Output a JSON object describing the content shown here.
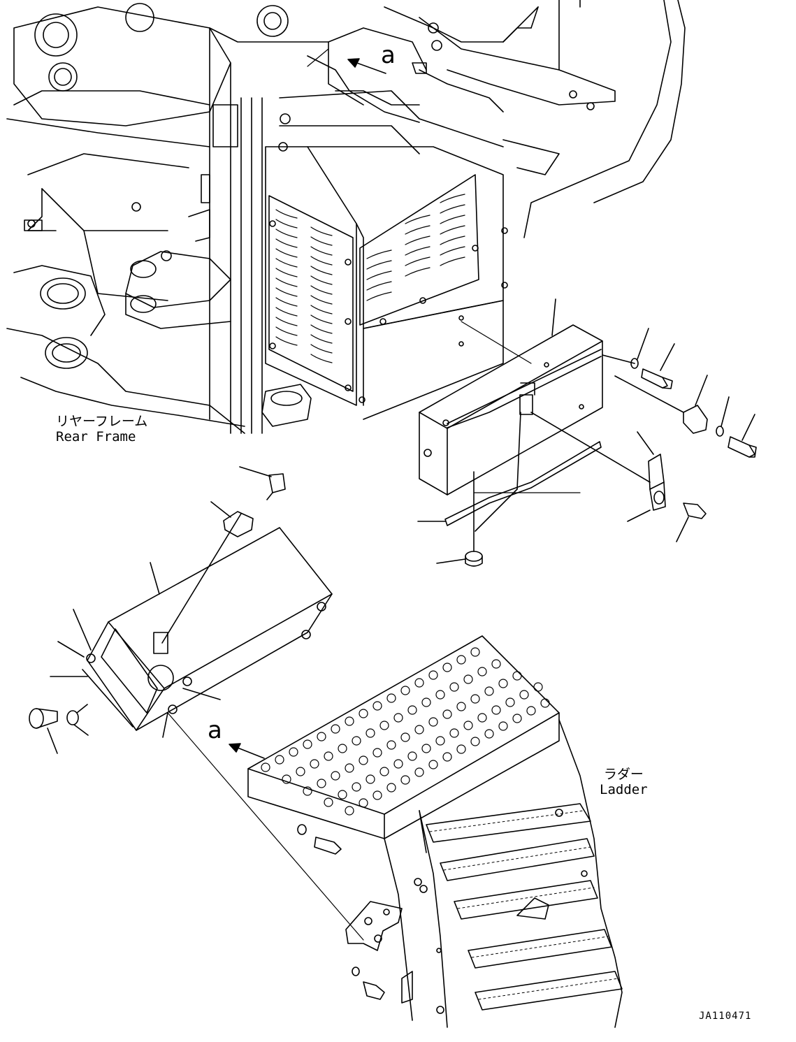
{
  "labels": {
    "rear_frame_jp": "リヤーフレーム",
    "rear_frame_en": "Rear Frame",
    "ladder_jp": "ラダー",
    "ladder_en": "Ladder",
    "view_marker_top": "a",
    "view_marker_bottom": "a",
    "drawing_id": "JA110471"
  },
  "colors": {
    "line": "#000000",
    "background": "#ffffff"
  }
}
